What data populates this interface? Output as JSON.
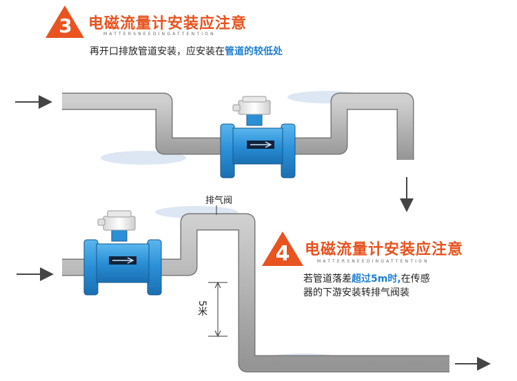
{
  "section3": {
    "number": "3",
    "title": "电磁流量计安装应注意",
    "subtitle": "MATTERSNEEDINGATTENTION",
    "desc_plain": "再开口排放管道安装，应安装在",
    "desc_highlight": "管道的较低处"
  },
  "section4": {
    "number": "4",
    "title": "电磁流量计安装应注意",
    "subtitle": "MATTERSNEEDINGATTENTION",
    "desc_line1_plain1": "若管道落差",
    "desc_line1_highlight": "超过5m时,",
    "desc_line1_plain2": "在传感",
    "desc_line2": "器的下游安装转排气阀装"
  },
  "diagram": {
    "valve_label": "排气阀",
    "distance_label": "5米"
  },
  "colors": {
    "accent": "#e8531f",
    "highlight": "#1e7fd0",
    "meter_blue": "#2a8fd6",
    "pipe_gray": "#b4b4b4"
  }
}
